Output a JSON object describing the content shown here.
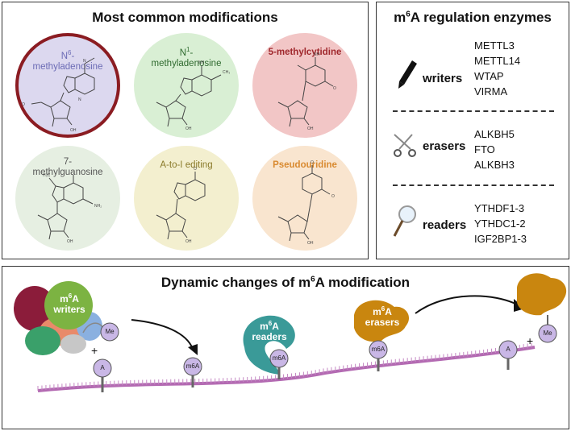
{
  "left_panel": {
    "title": "Most common modifications",
    "circles": [
      {
        "label_pre": "N",
        "label_sup": "6",
        "label_post": "-",
        "label_line2": "methyladenosine",
        "color": "#6b6bb5",
        "bg": "#dcd8ef"
      },
      {
        "label_pre": "N",
        "label_sup": "1",
        "label_post": "-",
        "label_line2": "methyladenosine",
        "color": "#2f6a2f",
        "bg": "#d9efd4"
      },
      {
        "label_pre": "5-methylcytidine",
        "label_sup": "",
        "label_post": "",
        "label_line2": "",
        "color": "#a0282d",
        "bg": "#f2c6c6"
      },
      {
        "label_pre": "7-",
        "label_sup": "",
        "label_post": "",
        "label_line2": "methylguanosine",
        "color": "#555555",
        "bg": "#e6efe2"
      },
      {
        "label_pre": "A-to-I editing",
        "label_sup": "",
        "label_post": "",
        "label_line2": "",
        "color": "#8a7a2a",
        "bg": "#f3efcf"
      },
      {
        "label_pre": "Pseudouridine",
        "label_sup": "",
        "label_post": "",
        "label_line2": "",
        "color": "#d98a30",
        "bg": "#f9e5cf"
      }
    ]
  },
  "right_panel": {
    "title_pre": "m",
    "title_sup": "6",
    "title_post": "A regulation enzymes",
    "groups": [
      {
        "name": "writers",
        "icon": "pen-icon",
        "items": [
          "METTL3",
          "METTL14",
          "WTAP",
          "VIRMA"
        ]
      },
      {
        "name": "erasers",
        "icon": "scissors-icon",
        "items": [
          "ALKBH5",
          "FTO",
          "ALKBH3"
        ]
      },
      {
        "name": "readers",
        "icon": "magnifier-icon",
        "items": [
          "YTHDF1-3",
          "YTHDC1-2",
          "IGF2BP1-3"
        ]
      }
    ]
  },
  "bottom_panel": {
    "title_pre": "Dynamic changes of m",
    "title_sup": "6",
    "title_post": "A modification",
    "writers_label": {
      "pre": "m",
      "sup": "6",
      "post": "A",
      "line2": "writers"
    },
    "readers_label": {
      "pre": "m",
      "sup": "6",
      "post": "A",
      "line2": "readers"
    },
    "erasers_label": {
      "pre": "m",
      "sup": "6",
      "post": "A",
      "line2": "erasers"
    },
    "me_text": "Me",
    "a_text": "A",
    "m6a_text": "m6A",
    "plus_text": "+",
    "colors": {
      "writers_green": "#7cb342",
      "readers_teal": "#3a9a98",
      "erasers_orange": "#c9860f",
      "rna": "#b36ab2",
      "bubble": "#c9b7e6"
    }
  }
}
